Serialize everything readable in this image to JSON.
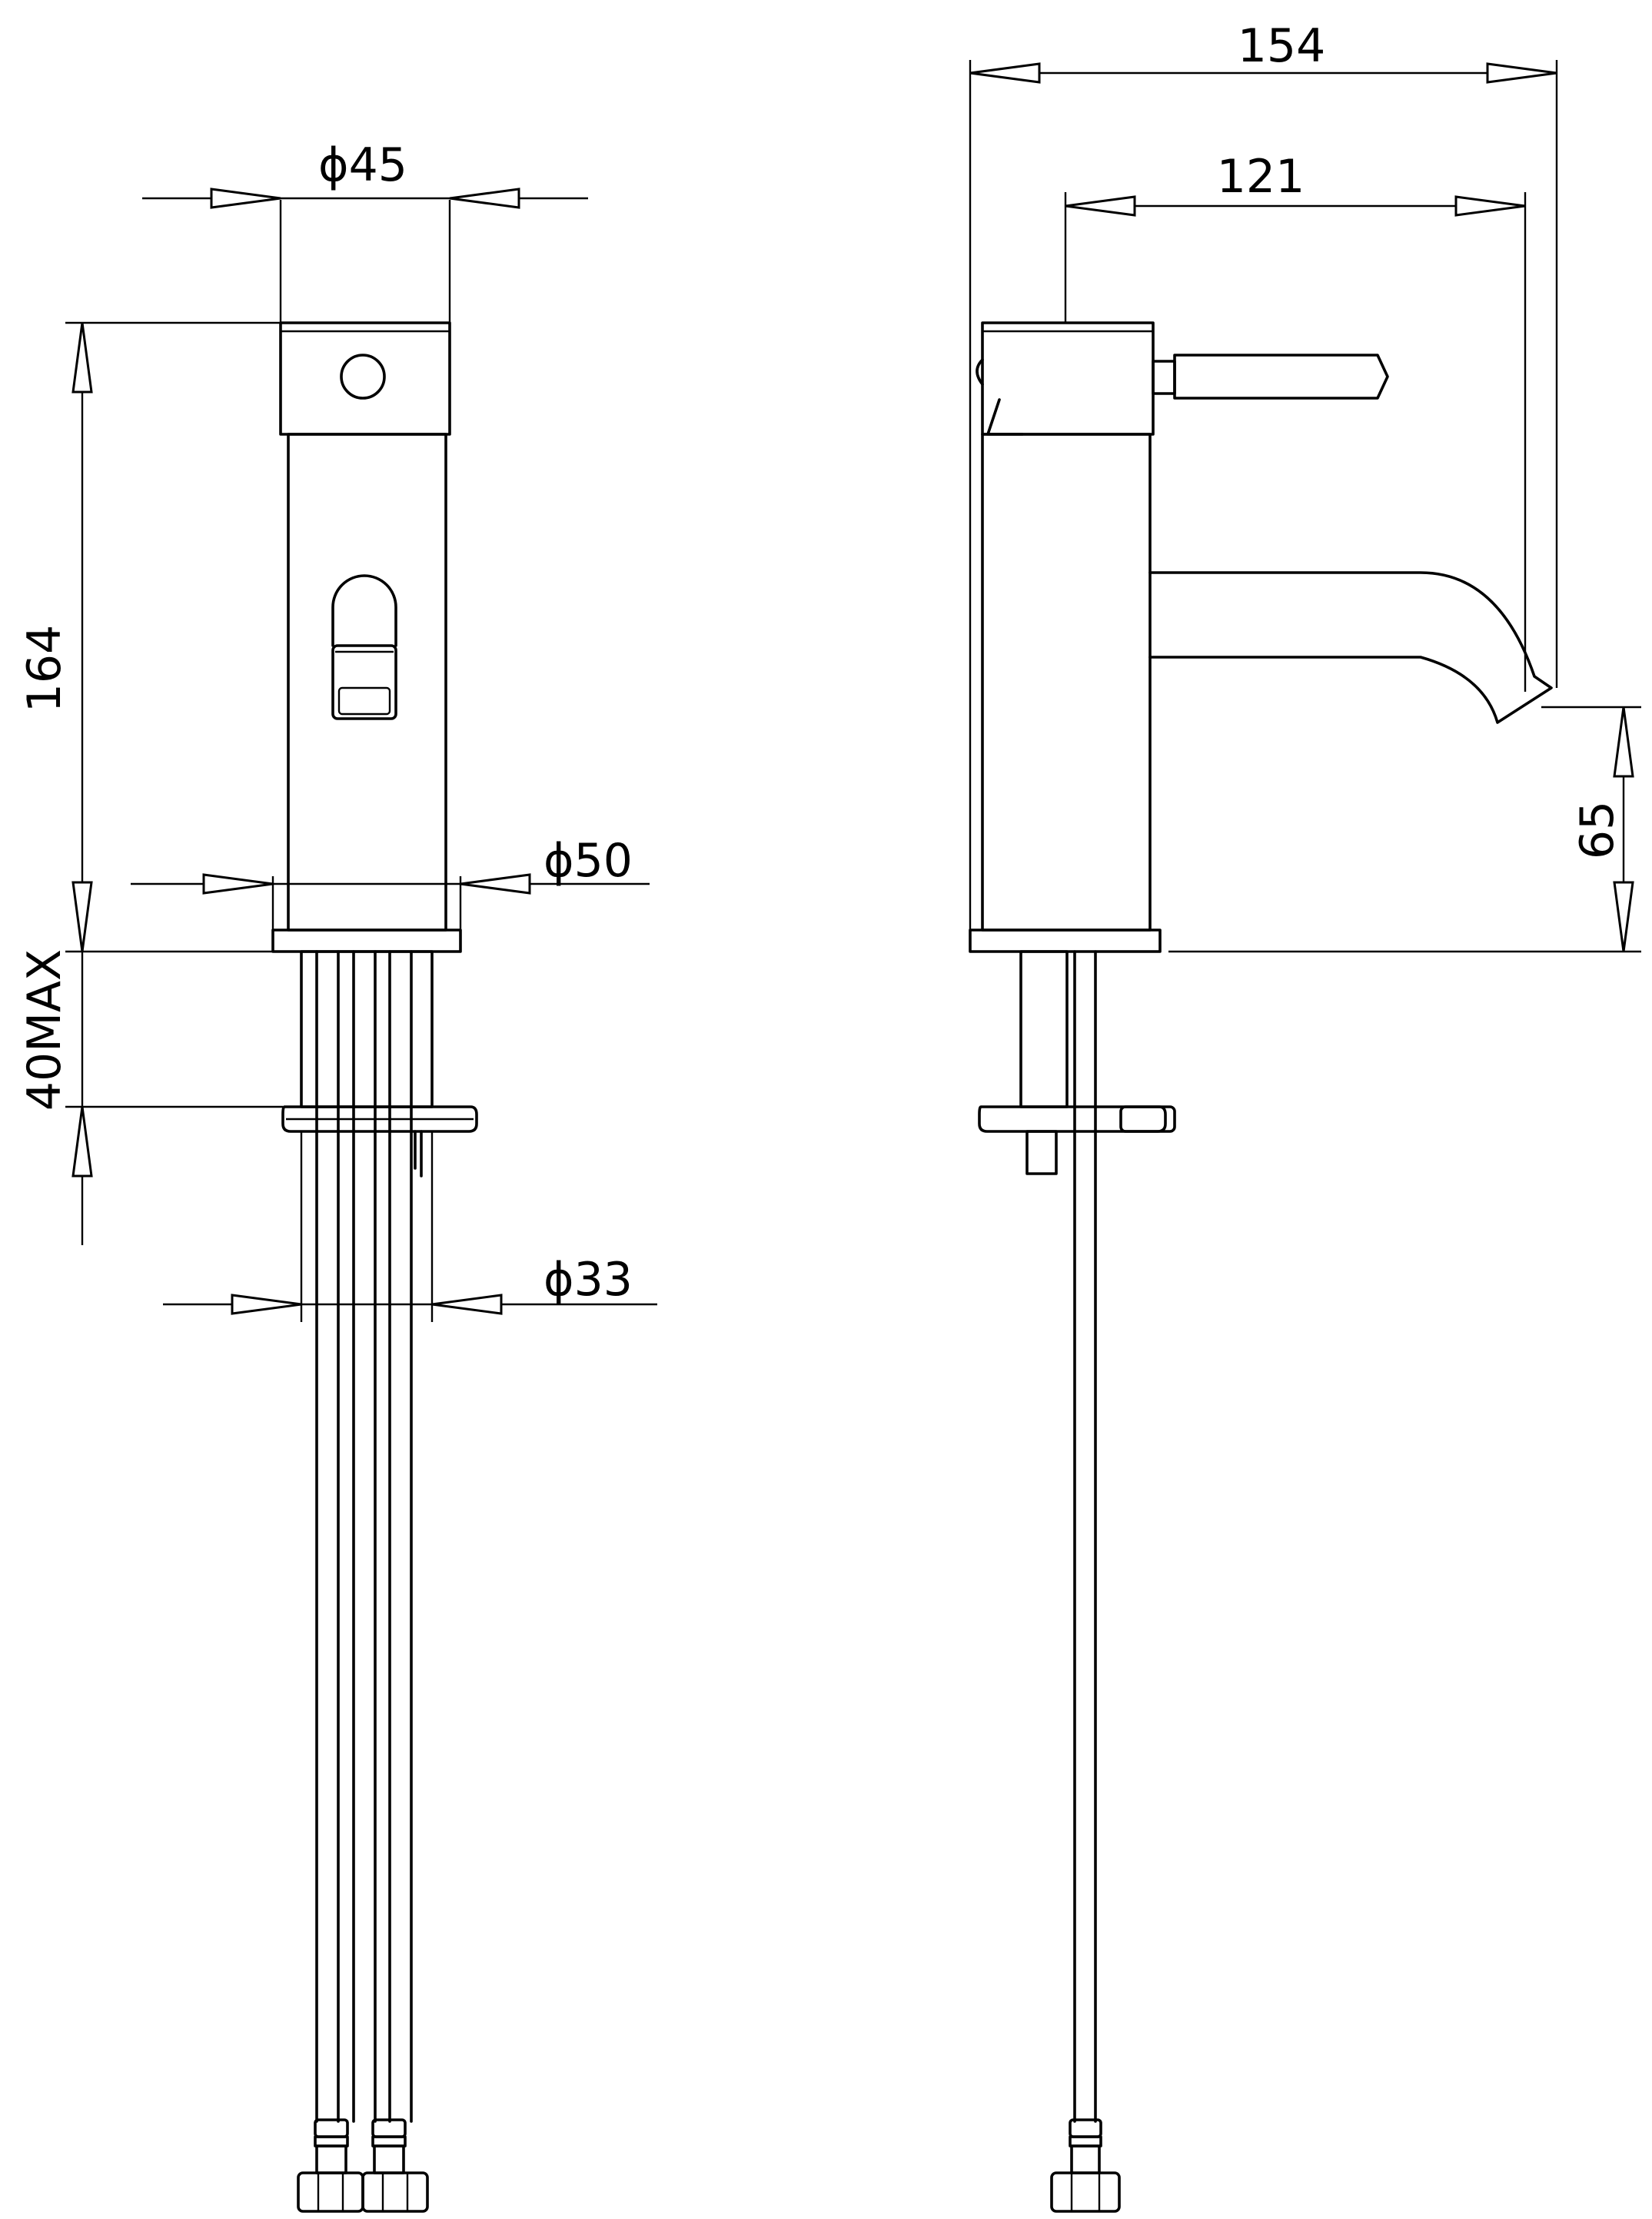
{
  "dimensions": {
    "spout_diameter": "ϕ45",
    "base_diameter": "ϕ50",
    "shank_diameter": "ϕ33",
    "height": "164",
    "deck_thickness": "40MAX",
    "total_projection": "154",
    "spout_reach": "121",
    "spout_clearance": "65"
  }
}
